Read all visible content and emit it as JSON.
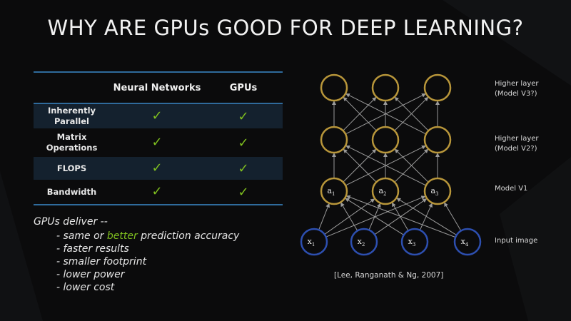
{
  "slide": {
    "title": "WHY ARE GPUs GOOD FOR DEEP LEARNING?"
  },
  "table": {
    "headers": [
      "",
      "Neural Networks",
      "GPUs"
    ],
    "rows": [
      {
        "label": "Inherently Parallel",
        "neural_networks": "✓",
        "gpus": "✓"
      },
      {
        "label": "Matrix Operations",
        "neural_networks": "✓",
        "gpus": "✓"
      },
      {
        "label": "FLOPS",
        "neural_networks": "✓",
        "gpus": "✓"
      },
      {
        "label": "Bandwidth",
        "neural_networks": "✓",
        "gpus": "✓"
      }
    ],
    "check_color": "#7fbf1f",
    "rule_color": "#2f6b9c"
  },
  "bullets": {
    "heading": "GPUs deliver --",
    "item1_prefix": "- same or ",
    "item1_highlight": "better",
    "item1_suffix": " prediction accuracy",
    "items": [
      "- faster results",
      "- smaller footprint",
      "- lower power",
      "- lower cost"
    ],
    "highlight_color": "#7fbf1f"
  },
  "diagram": {
    "layer_labels": {
      "higher_v3_line1": "Higher layer",
      "higher_v3_line2": "(Model V3?)",
      "higher_v2_line1": "Higher layer",
      "higher_v2_line2": "(Model V2?)",
      "model_v1": "Model V1",
      "input": "Input image"
    },
    "hidden_units": [
      "a1",
      "a2",
      "a3"
    ],
    "input_units": [
      "x1",
      "x2",
      "x3",
      "x4"
    ],
    "node_colors": {
      "hidden": "#b8963a",
      "input": "#2d4fb0"
    },
    "citation": "[Lee, Ranganath & Ng, 2007]"
  }
}
